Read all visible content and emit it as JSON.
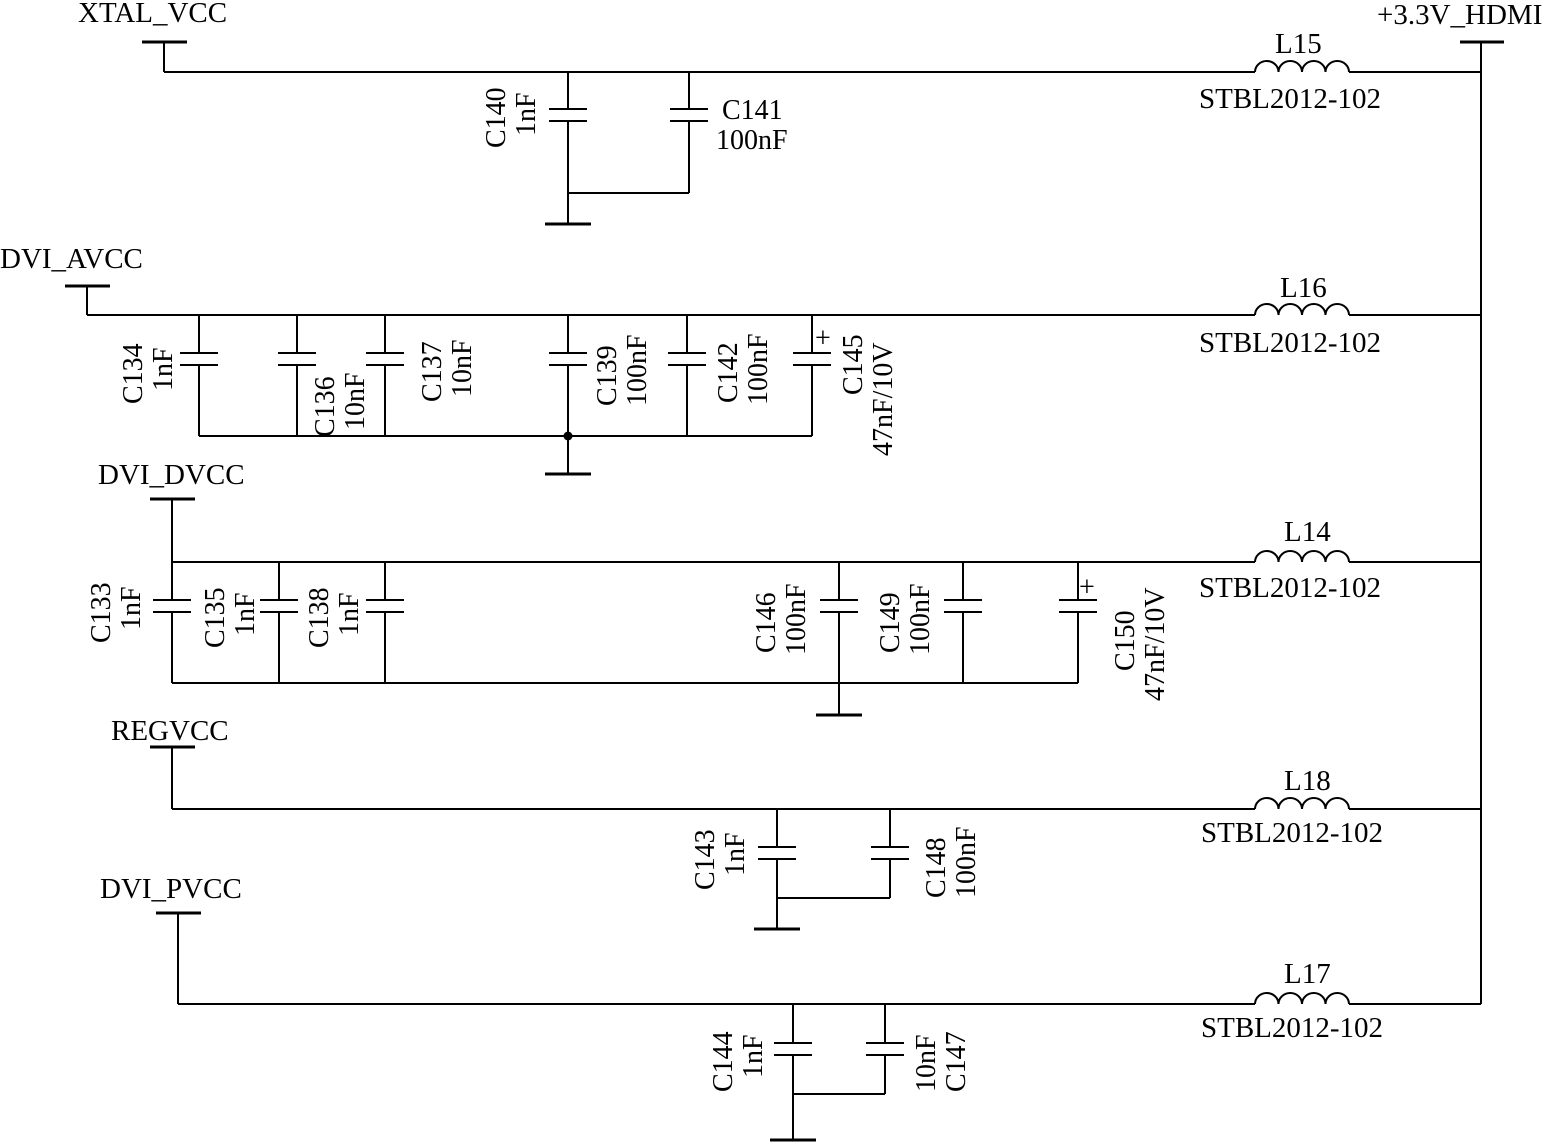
{
  "nets": {
    "xtal_vcc": "XTAL_VCC",
    "dvi_avcc": "DVI_AVCC",
    "dvi_dvcc": "DVI_DVCC",
    "regvcc": "REGVCC",
    "dvi_pvcc": "DVI_PVCC",
    "supply_3v3": "+3.3V_HDMI"
  },
  "inductors": {
    "L15": {
      "ref": "L15",
      "part": "STBL2012-102"
    },
    "L16": {
      "ref": "L16",
      "part": "STBL2012-102"
    },
    "L14": {
      "ref": "L14",
      "part": "STBL2012-102"
    },
    "L18": {
      "ref": "L18",
      "part": "STBL2012-102"
    },
    "L17": {
      "ref": "L17",
      "part": "STBL2012-102"
    }
  },
  "capacitors": {
    "C140": {
      "ref": "C140",
      "value": "1nF"
    },
    "C141": {
      "ref": "C141",
      "value": "100nF"
    },
    "C134": {
      "ref": "C134",
      "value": "1nF"
    },
    "C136": {
      "ref": "C136",
      "value": "10nF"
    },
    "C137": {
      "ref": "C137",
      "value": "10nF"
    },
    "C139": {
      "ref": "C139",
      "value": "100nF"
    },
    "C142": {
      "ref": "C142",
      "value": "100nF"
    },
    "C145": {
      "ref": "C145",
      "value": "47nF/10V"
    },
    "C133": {
      "ref": "C133",
      "value": "1nF"
    },
    "C135": {
      "ref": "C135",
      "value": "1nF"
    },
    "C138": {
      "ref": "C138",
      "value": "1nF"
    },
    "C146": {
      "ref": "C146",
      "value": "100nF"
    },
    "C149": {
      "ref": "C149",
      "value": "100nF"
    },
    "C150": {
      "ref": "C150",
      "value": "47nF/10V"
    },
    "C143": {
      "ref": "C143",
      "value": "1nF"
    },
    "C148": {
      "ref": "C148",
      "value": "100nF"
    },
    "C144": {
      "ref": "C144",
      "value": "1nF"
    },
    "C147": {
      "ref": "C147",
      "value": "10nF"
    }
  },
  "polarity_mark": "+"
}
